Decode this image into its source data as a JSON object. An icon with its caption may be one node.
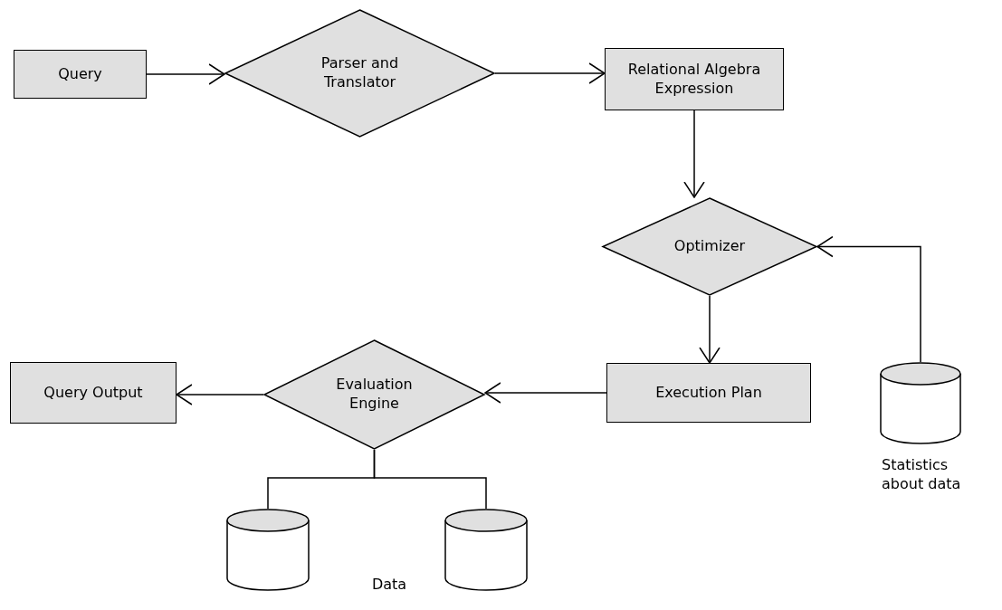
{
  "diagram": {
    "nodes": [
      {
        "text": [
          "Query"
        ]
      },
      {
        "text": [
          "Parser and Translator"
        ]
      },
      {
        "text": [
          "Relational Algebra Expression"
        ]
      },
      {
        "text": [
          "Optimizer"
        ]
      },
      {
        "text": [
          "Execution Plan"
        ]
      },
      {
        "text": [
          "Evaluation Engine"
        ]
      },
      {
        "text": [
          "Query Output"
        ]
      },
      {
        "text": [],
        "shape": "cylinder",
        "beside": [
          "Statistics about data"
        ]
      },
      {
        "text": [],
        "shape": "cylinder"
      },
      {
        "text": [],
        "shape": "cylinder"
      }
    ],
    "edges": [
      {
        "from": 0,
        "to": 1,
        "arrow": "to"
      },
      {
        "from": 1,
        "to": 2,
        "arrow": "to"
      },
      {
        "from": 2,
        "to": 3,
        "arrow": "to"
      },
      {
        "from": 7,
        "to": 3,
        "arrow": "to"
      },
      {
        "from": 3,
        "to": 4,
        "arrow": "to"
      },
      {
        "from": 4,
        "to": 5,
        "arrow": "to"
      },
      {
        "from": 5,
        "to": 6,
        "arrow": "to"
      },
      {
        "from": 5,
        "to": 8,
        "arrow": "none"
      },
      {
        "from": 5,
        "to": 9,
        "arrow": "none"
      }
    ],
    "labels": [
      "Data"
    ]
  }
}
